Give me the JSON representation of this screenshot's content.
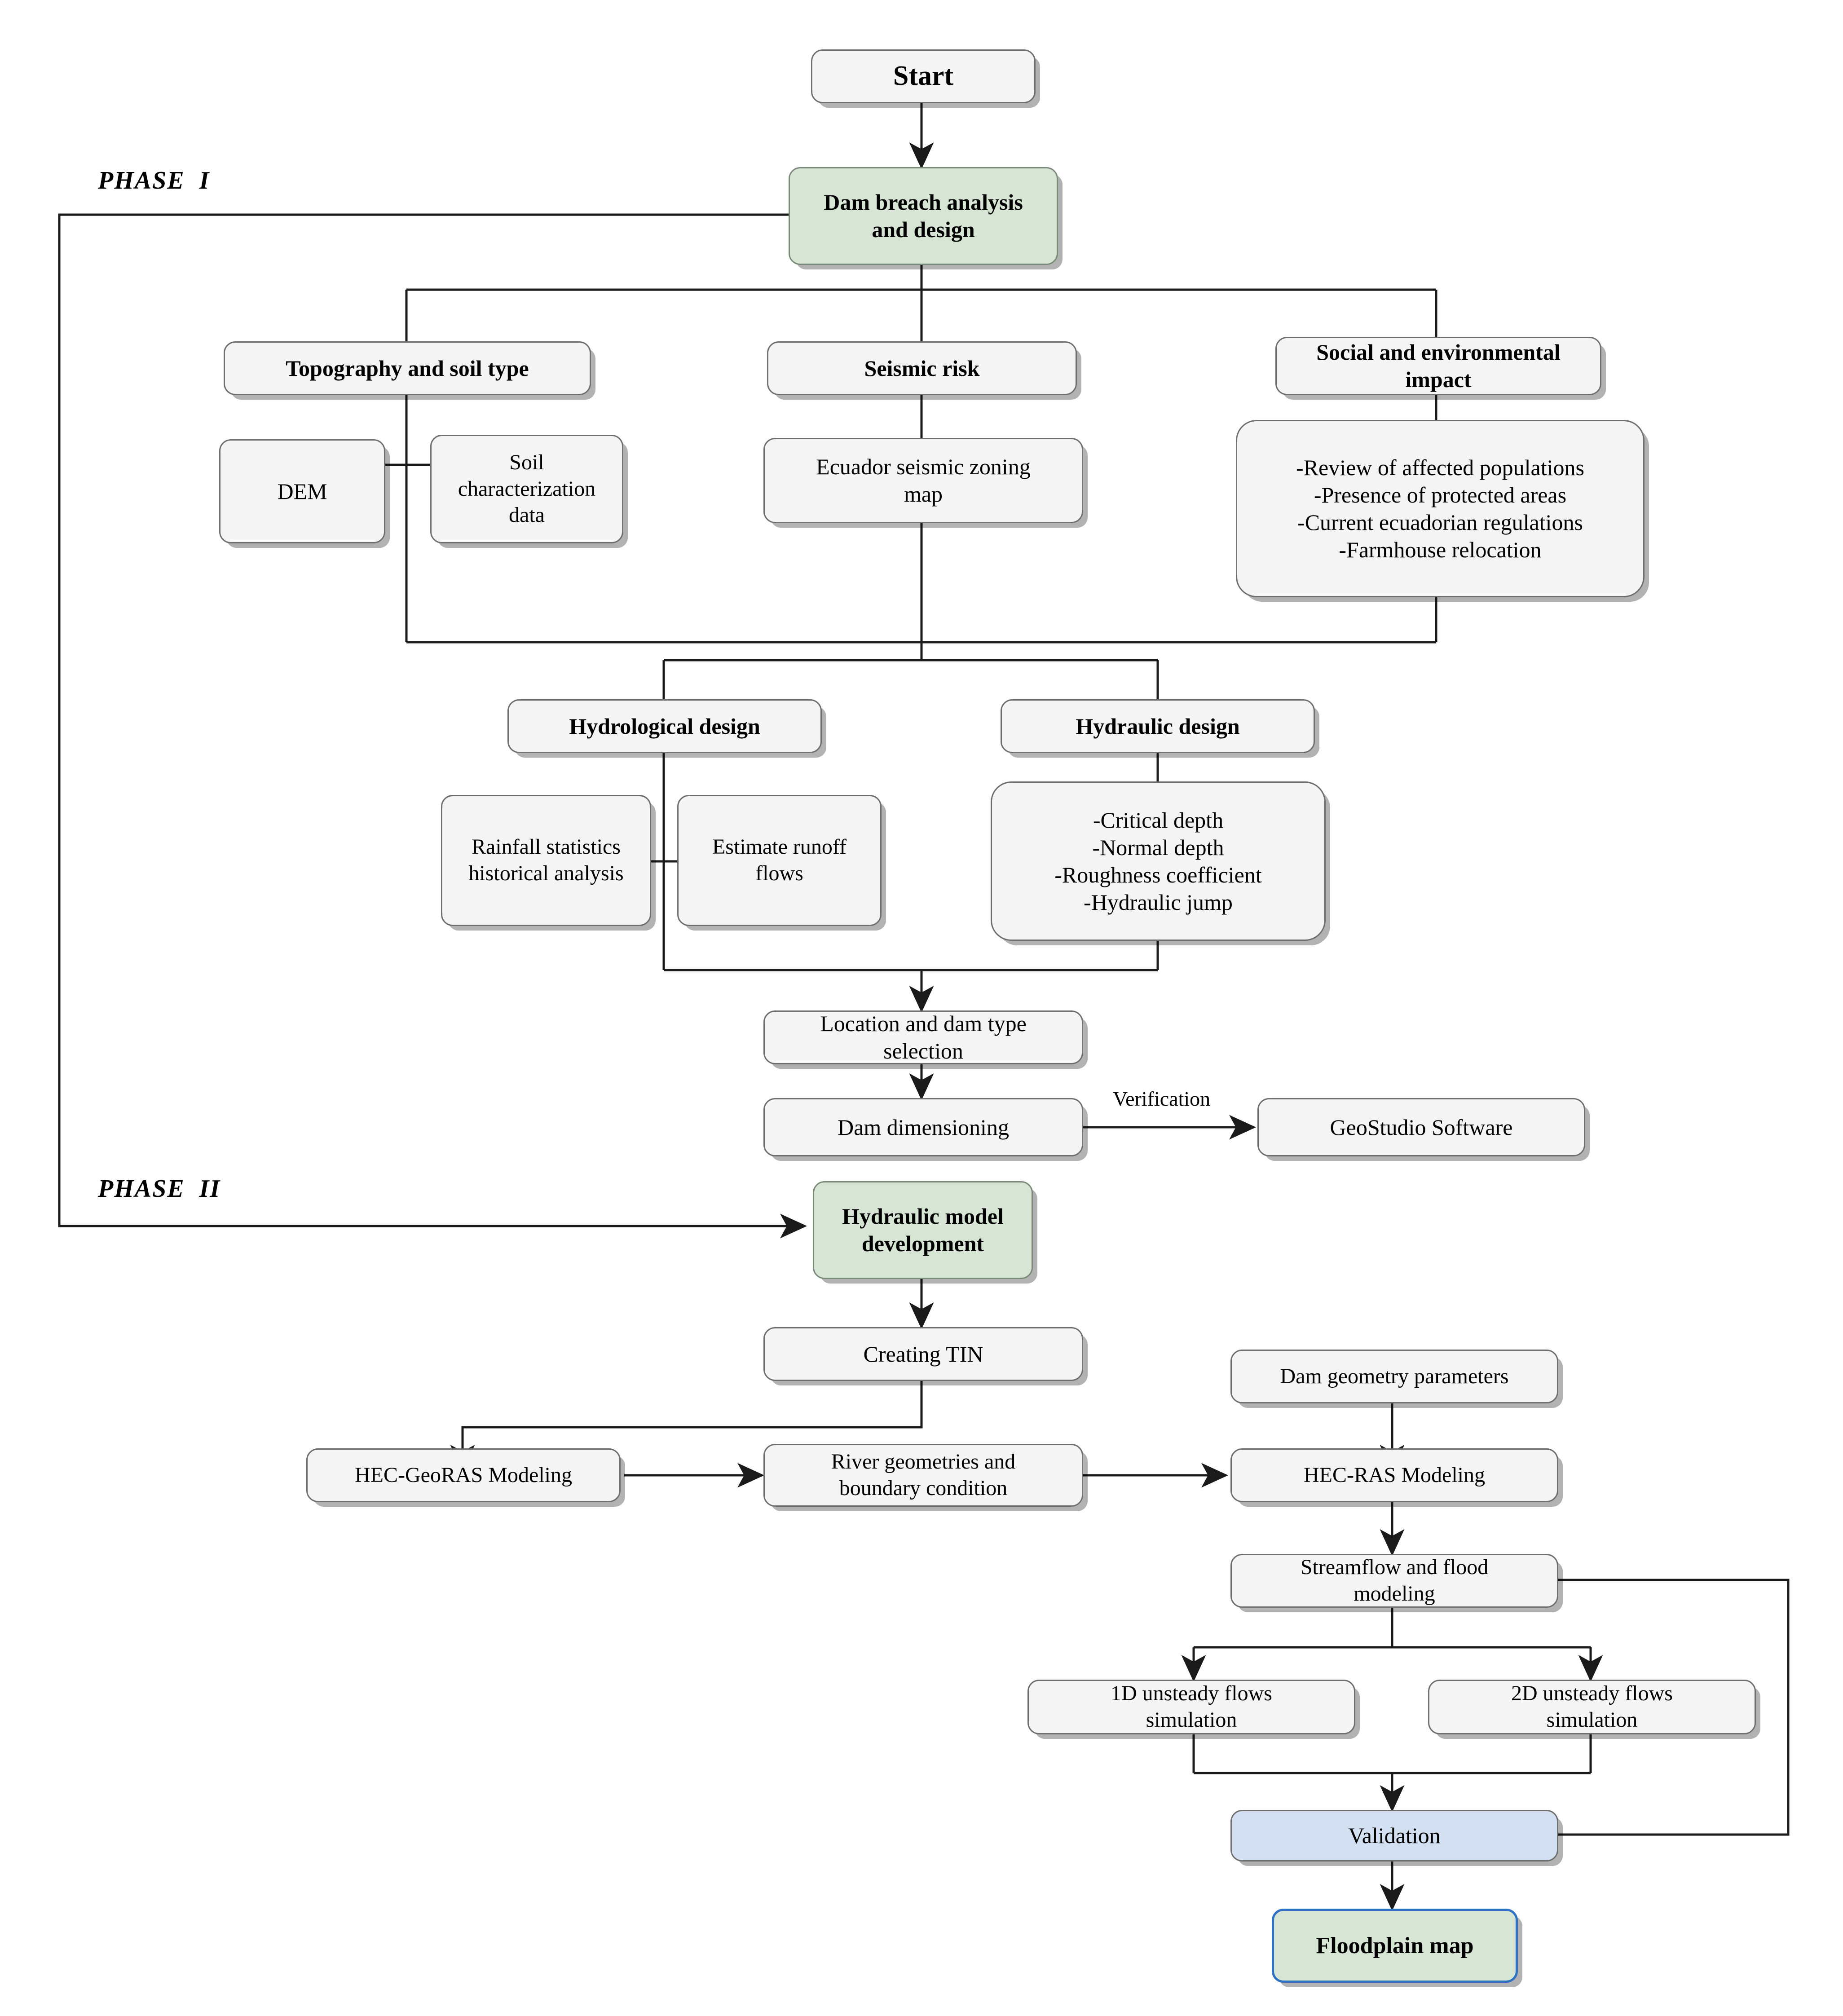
{
  "diagram": {
    "title": "Dam breach analysis and flood modeling methodology flowchart",
    "colors": {
      "node_fill": "#f4f4f4",
      "node_border": "#6f6f6f",
      "green_fill": "#d7e6d4",
      "blue_fill": "#d3e0f2",
      "accent_border": "#2f72c4",
      "line": "#1a1a1a",
      "background": "#ffffff"
    }
  },
  "phases": [
    {
      "id": "phase-1",
      "label": "PHASE  I"
    },
    {
      "id": "phase-2",
      "label": "PHASE  II"
    }
  ],
  "nodes": [
    {
      "id": "start",
      "label": "Start",
      "style": "plain-bold"
    },
    {
      "id": "dam-breach",
      "label": "Dam breach analysis\nand design",
      "style": "green-bold"
    },
    {
      "id": "topography",
      "label": "Topography and soil type",
      "style": "plain-bold"
    },
    {
      "id": "seismic-risk",
      "label": "Seismic risk",
      "style": "plain-bold"
    },
    {
      "id": "social-impact",
      "label": "Social and environmental\nimpact",
      "style": "plain-bold"
    },
    {
      "id": "dem",
      "label": "DEM",
      "style": "plain"
    },
    {
      "id": "soil-data",
      "label": "Soil\ncharacterization\ndata",
      "style": "plain"
    },
    {
      "id": "zoning-map",
      "label": "Ecuador seismic zoning\nmap",
      "style": "plain"
    },
    {
      "id": "impact-list",
      "label": "-Review of affected populations\n-Presence of protected areas\n-Current ecuadorian regulations\n-Farmhouse relocation",
      "style": "plain"
    },
    {
      "id": "hydrological",
      "label": "Hydrological design",
      "style": "plain-bold"
    },
    {
      "id": "hydraulic",
      "label": "Hydraulic design",
      "style": "plain-bold"
    },
    {
      "id": "rainfall",
      "label": "Rainfall statistics\nhistorical analysis",
      "style": "plain"
    },
    {
      "id": "runoff",
      "label": "Estimate runoff\nflows",
      "style": "plain"
    },
    {
      "id": "hydraulic-list",
      "label": "-Critical depth\n-Normal depth\n-Roughness coefficient\n-Hydraulic jump",
      "style": "plain"
    },
    {
      "id": "location",
      "label": "Location and dam type\nselection",
      "style": "plain"
    },
    {
      "id": "dimensioning",
      "label": "Dam dimensioning",
      "style": "plain"
    },
    {
      "id": "geostudio",
      "label": "GeoStudio Software",
      "style": "plain"
    },
    {
      "id": "hyd-model",
      "label": "Hydraulic model\ndevelopment",
      "style": "green-bold"
    },
    {
      "id": "creating-tin",
      "label": "Creating TIN",
      "style": "plain"
    },
    {
      "id": "dam-geometry",
      "label": "Dam geometry parameters",
      "style": "plain"
    },
    {
      "id": "hec-georas",
      "label": "HEC-GeoRAS Modeling",
      "style": "plain"
    },
    {
      "id": "river-geom",
      "label": "River geometries and\nboundary condition",
      "style": "plain"
    },
    {
      "id": "hec-ras",
      "label": "HEC-RAS Modeling",
      "style": "plain"
    },
    {
      "id": "streamflow",
      "label": "Streamflow and flood\nmodeling",
      "style": "plain"
    },
    {
      "id": "flows-1d",
      "label": "1D unsteady flows\nsimulation",
      "style": "plain"
    },
    {
      "id": "flows-2d",
      "label": "2D unsteady flows\nsimulation",
      "style": "plain"
    },
    {
      "id": "validation",
      "label": "Validation",
      "style": "blue"
    },
    {
      "id": "floodplain",
      "label": "Floodplain map",
      "style": "green-accent-bold"
    }
  ],
  "edge_labels": [
    {
      "id": "verification",
      "label": "Verification"
    }
  ]
}
